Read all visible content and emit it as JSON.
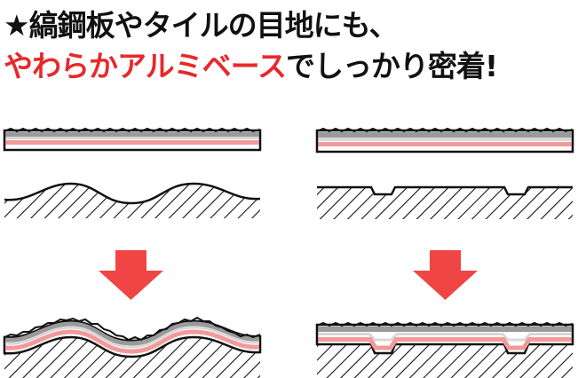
{
  "headline": {
    "line1": "★縞鋼板やタイルの目地にも、",
    "line2_highlight": "やわらかアルミベース",
    "line2_rest": "でしっかり密着!"
  },
  "colors": {
    "accent_red": "#e8282b",
    "arrow_red": "#f04545",
    "tape_gray": "#9a9a9a",
    "tape_light": "#d8d8d8",
    "tape_pink": "#f29a9a",
    "outline": "#111111"
  },
  "icons": [
    "star-icon",
    "arrow-down-icon"
  ]
}
